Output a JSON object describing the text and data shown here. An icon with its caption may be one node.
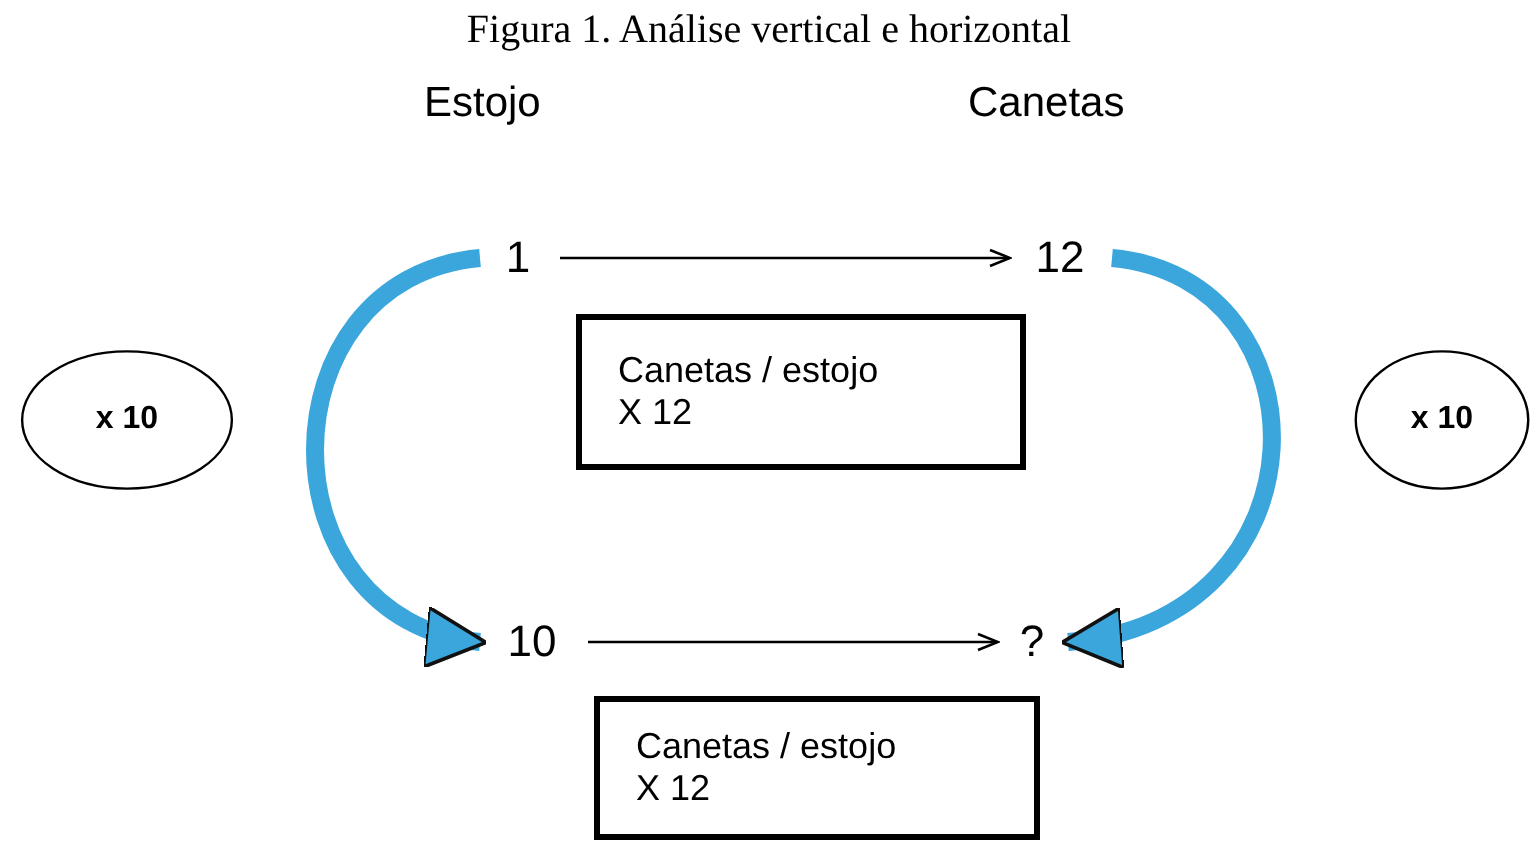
{
  "diagram": {
    "title": "Figura 1. Análise vertical e horizontal",
    "nodes": [
      {
        "text": [
          "1"
        ]
      },
      {
        "text": [
          "12"
        ]
      },
      {
        "text": [
          "Canetas / estojo",
          "X 12"
        ]
      },
      {
        "text": [
          "x 10"
        ]
      },
      {
        "text": [
          "x 10"
        ]
      },
      {
        "text": [
          "10"
        ]
      },
      {
        "text": [
          "?"
        ]
      },
      {
        "text": [
          "Canetas / estojo",
          "X 12"
        ]
      }
    ],
    "edges": [
      {
        "from": 0,
        "to": 1,
        "arrow": "to"
      },
      {
        "from": 5,
        "to": 6,
        "arrow": "to"
      },
      {
        "from": 0,
        "to": 5,
        "arrow": "to",
        "style": "thick",
        "color": "#3aa6dc"
      },
      {
        "from": 1,
        "to": 6,
        "arrow": "to",
        "style": "thick",
        "color": "#3aa6dc"
      }
    ],
    "labels": [
      "Estojo",
      "Canetas"
    ]
  }
}
